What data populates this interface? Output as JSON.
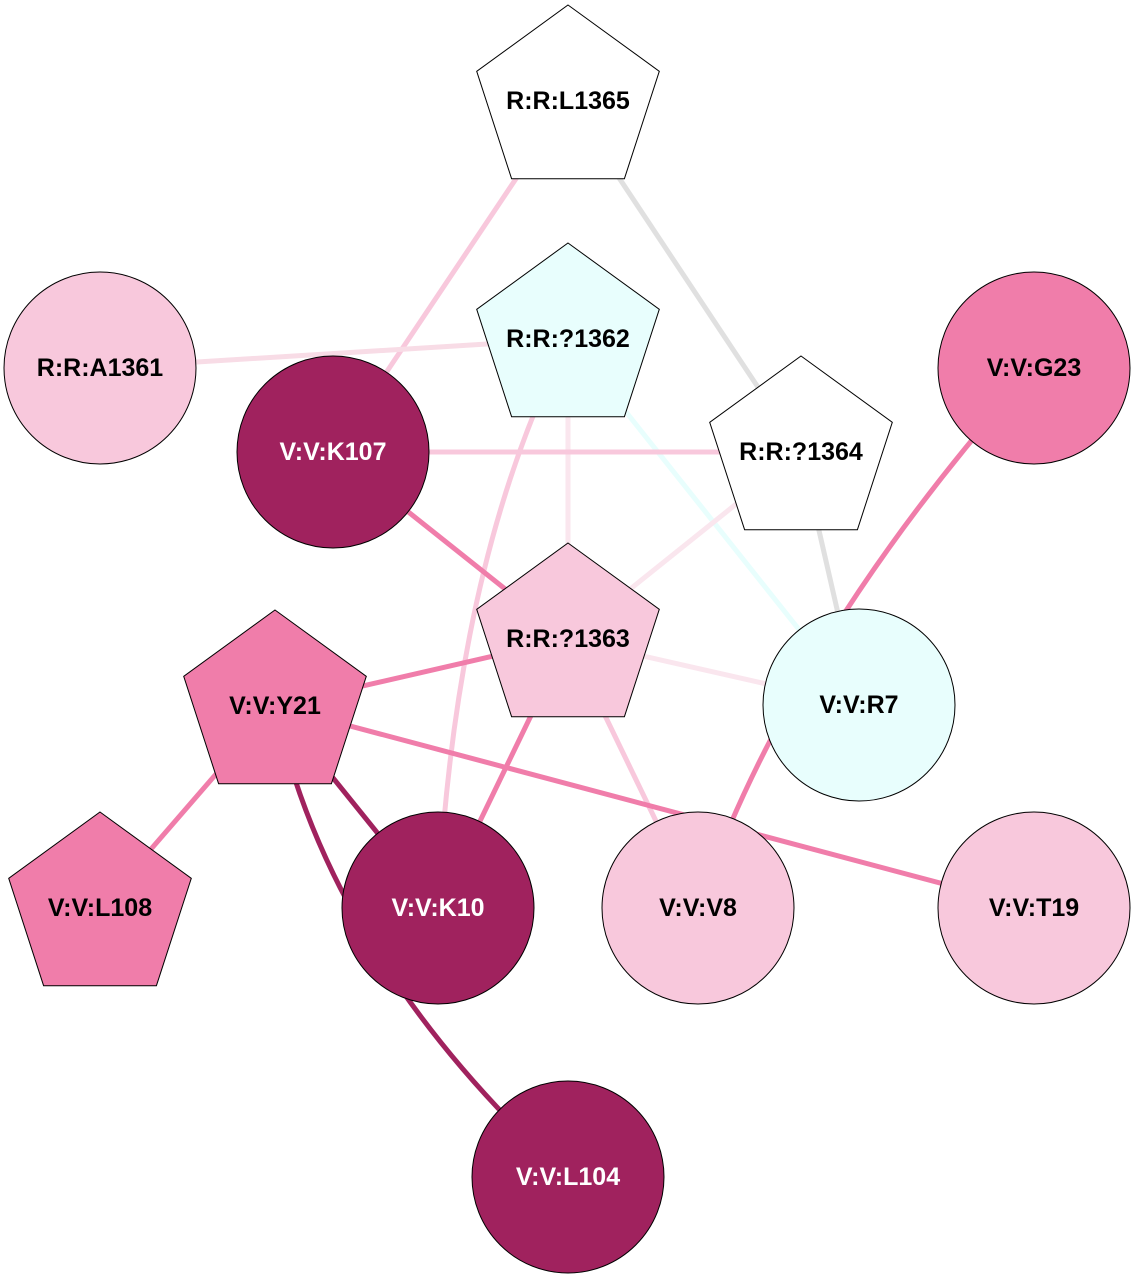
{
  "nodes": [
    {
      "id": "L1365",
      "label": "R:R:L1365",
      "shape": "pentagon",
      "fill": "#FFFFFF",
      "text": "#000000"
    },
    {
      "id": "A1361",
      "label": "R:R:A1361",
      "shape": "circle",
      "fill": "#F8C8DC",
      "text": "#000000"
    },
    {
      "id": "Q1362",
      "label": "R:R:?1362",
      "shape": "pentagon",
      "fill": "#E8FEFD",
      "text": "#000000"
    },
    {
      "id": "G23",
      "label": "V:V:G23",
      "shape": "circle",
      "fill": "#F07DAA",
      "text": "#000000"
    },
    {
      "id": "K107",
      "label": "V:V:K107",
      "shape": "circle",
      "fill": "#A0225E",
      "text": "#FFFFFF"
    },
    {
      "id": "Q1364",
      "label": "R:R:?1364",
      "shape": "pentagon",
      "fill": "#FFFFFF",
      "text": "#000000"
    },
    {
      "id": "Q1363",
      "label": "R:R:?1363",
      "shape": "pentagon",
      "fill": "#F8C8DC",
      "text": "#000000"
    },
    {
      "id": "Y21",
      "label": "V:V:Y21",
      "shape": "pentagon",
      "fill": "#F07DAA",
      "text": "#000000"
    },
    {
      "id": "R7",
      "label": "V:V:R7",
      "shape": "circle",
      "fill": "#E8FEFD",
      "text": "#000000"
    },
    {
      "id": "L108",
      "label": "V:V:L108",
      "shape": "pentagon",
      "fill": "#F07DAA",
      "text": "#000000"
    },
    {
      "id": "K10",
      "label": "V:V:K10",
      "shape": "circle",
      "fill": "#A0225E",
      "text": "#FFFFFF"
    },
    {
      "id": "V8",
      "label": "V:V:V8",
      "shape": "circle",
      "fill": "#F8C8DC",
      "text": "#000000"
    },
    {
      "id": "T19",
      "label": "V:V:T19",
      "shape": "circle",
      "fill": "#F8C8DC",
      "text": "#000000"
    },
    {
      "id": "L104",
      "label": "V:V:L104",
      "shape": "circle",
      "fill": "#A0225E",
      "text": "#FFFFFF"
    }
  ],
  "edges": [
    {
      "from": "L1365",
      "to": "K107",
      "color": "#F8C8DC"
    },
    {
      "from": "L1365",
      "to": "Q1364",
      "color": "#E0E0E0"
    },
    {
      "from": "Q1364",
      "to": "R7",
      "color": "#E0E0E0"
    },
    {
      "from": "A1361",
      "to": "Q1362",
      "color": "#F8DCE6"
    },
    {
      "from": "Q1362",
      "to": "K10",
      "color": "#F8C8DC",
      "curved": true
    },
    {
      "from": "Q1362",
      "to": "Q1363",
      "color": "#FAE6EE"
    },
    {
      "from": "Q1362",
      "to": "R7",
      "color": "#E8FEFD"
    },
    {
      "from": "K107",
      "to": "Q1364",
      "color": "#F8C8DC"
    },
    {
      "from": "K107",
      "to": "Q1363",
      "color": "#F07DAA"
    },
    {
      "from": "Q1364",
      "to": "Q1363",
      "color": "#FAE6EE"
    },
    {
      "from": "G23",
      "to": "V8",
      "color": "#F07DAA",
      "curved": true
    },
    {
      "from": "Q1363",
      "to": "Y21",
      "color": "#F07DAA"
    },
    {
      "from": "Q1363",
      "to": "R7",
      "color": "#FAE6EE"
    },
    {
      "from": "Q1363",
      "to": "K10",
      "color": "#F07DAA"
    },
    {
      "from": "Q1363",
      "to": "V8",
      "color": "#F8C8DC"
    },
    {
      "from": "Y21",
      "to": "L108",
      "color": "#F07DAA"
    },
    {
      "from": "Y21",
      "to": "K10",
      "color": "#A0225E"
    },
    {
      "from": "Y21",
      "to": "L104",
      "color": "#A0225E",
      "curved": true
    },
    {
      "from": "Y21",
      "to": "T19",
      "color": "#F07DAA"
    }
  ]
}
